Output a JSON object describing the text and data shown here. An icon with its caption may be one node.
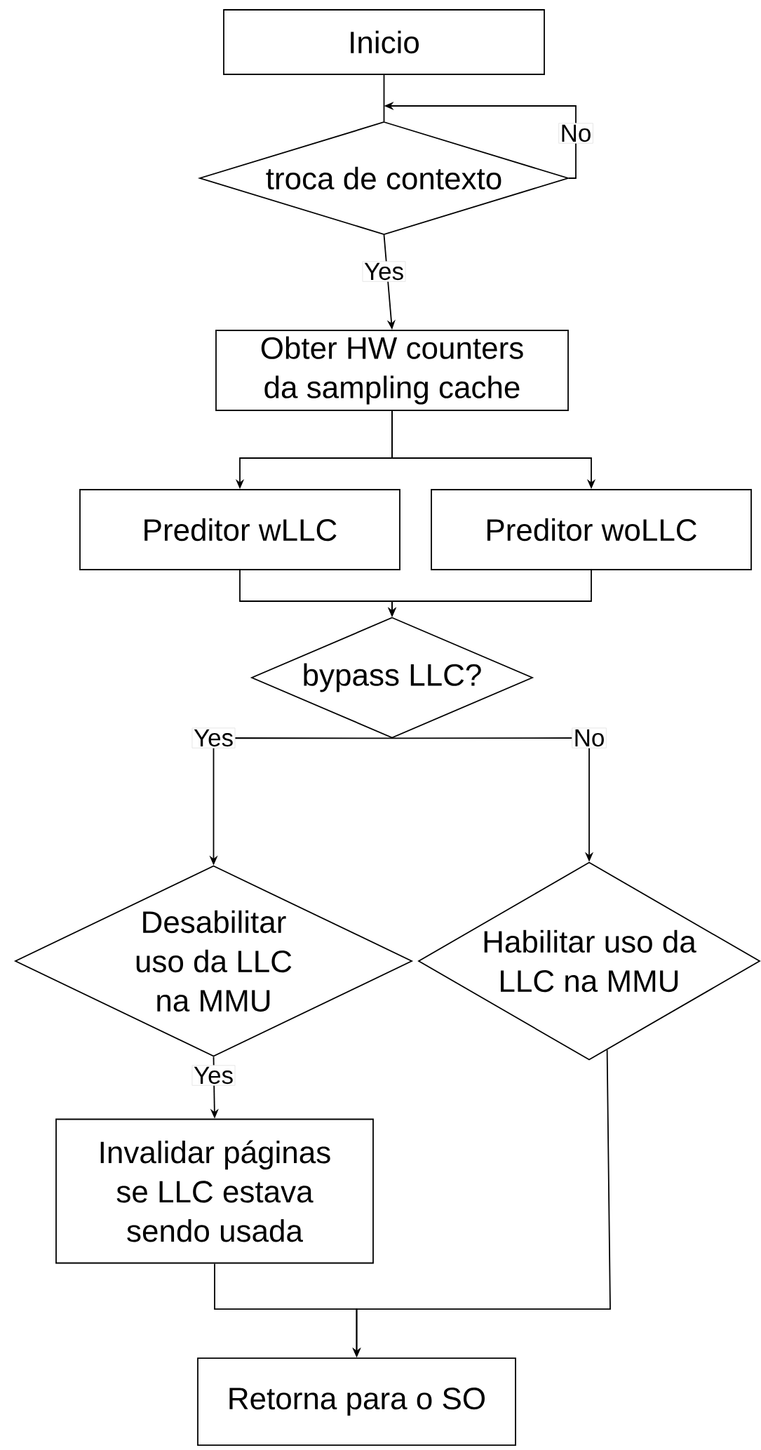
{
  "diagram": {
    "nodes": [
      {
        "text": [
          "Inicio"
        ]
      },
      {
        "text": [
          "troca de contexto"
        ]
      },
      {
        "text": [
          "Obter HW counters da sampling cache"
        ]
      },
      {
        "text": [
          "Preditor wLLC"
        ]
      },
      {
        "text": [
          "Preditor woLLC"
        ]
      },
      {
        "text": [
          "bypass LLC?"
        ]
      },
      {
        "text": [
          "Desabilitar uso da LLC na MMU"
        ]
      },
      {
        "text": [
          "Habilitar uso da LLC na MMU"
        ]
      },
      {
        "text": [
          "Invalidar páginas se LLC estava sendo usada"
        ]
      },
      {
        "text": [
          "Retorna para o SO"
        ]
      }
    ],
    "edges": [
      {
        "from": 0,
        "to": 1,
        "arrow": "none"
      },
      {
        "from": 1,
        "to": 1,
        "arrow": "to",
        "label": "No"
      },
      {
        "from": 1,
        "to": 2,
        "arrow": "to",
        "label": "Yes"
      },
      {
        "from": 2,
        "to": 3,
        "arrow": "to"
      },
      {
        "from": 2,
        "to": 4,
        "arrow": "to"
      },
      {
        "from": 3,
        "to": 5,
        "arrow": "to"
      },
      {
        "from": 4,
        "to": 5,
        "arrow": "to"
      },
      {
        "from": 5,
        "to": 6,
        "arrow": "to",
        "label": "Yes"
      },
      {
        "from": 5,
        "to": 7,
        "arrow": "to",
        "label": "No"
      },
      {
        "from": 6,
        "to": 8,
        "arrow": "to",
        "label": "Yes"
      },
      {
        "from": 8,
        "to": 9,
        "arrow": "to"
      },
      {
        "from": 7,
        "to": 9,
        "arrow": "to"
      }
    ]
  }
}
